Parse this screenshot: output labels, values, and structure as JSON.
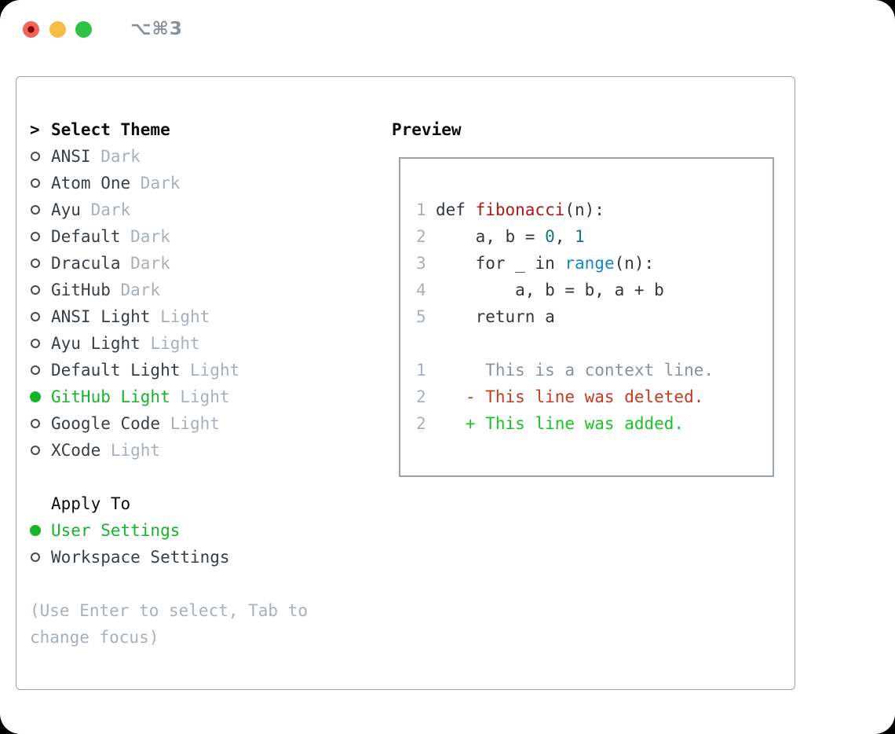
{
  "titlebar": {
    "title": "⌥⌘3"
  },
  "colors": {
    "close": "#f1645a",
    "dot-close": "#7c0b02",
    "min": "#f4bd45",
    "zoom": "#2fc245",
    "titlefg": "#8b9198",
    "border": "#9ba4ae",
    "ink": "#0c0d0f",
    "name": "#383e47",
    "muted": "#a7b0bb",
    "ring": "#454b54",
    "green-select": "#16b42b",
    "green-added": "#16c523",
    "deleted": "#c63a20",
    "context": "#8b929b",
    "code": "#32373e",
    "func-def": "#b01712",
    "func-call": "#1489c4",
    "number": "#117a80"
  },
  "theme_list": {
    "header_marker": ">",
    "header": "Select Theme",
    "items": [
      {
        "name": "ANSI",
        "variant": "Dark",
        "selected": false
      },
      {
        "name": "Atom One",
        "variant": "Dark",
        "selected": false
      },
      {
        "name": "Ayu",
        "variant": "Dark",
        "selected": false
      },
      {
        "name": "Default",
        "variant": "Dark",
        "selected": false
      },
      {
        "name": "Dracula",
        "variant": "Dark",
        "selected": false
      },
      {
        "name": "GitHub",
        "variant": "Dark",
        "selected": false
      },
      {
        "name": "ANSI Light",
        "variant": "Light",
        "selected": false
      },
      {
        "name": "Ayu Light",
        "variant": "Light",
        "selected": false
      },
      {
        "name": "Default Light",
        "variant": "Light",
        "selected": false
      },
      {
        "name": "GitHub Light",
        "variant": "Light",
        "selected": true
      },
      {
        "name": "Google Code",
        "variant": "Light",
        "selected": false
      },
      {
        "name": "XCode",
        "variant": "Light",
        "selected": false
      }
    ]
  },
  "apply_to": {
    "header": "Apply To",
    "options": [
      {
        "name": "User Settings",
        "selected": true
      },
      {
        "name": "Workspace Settings",
        "selected": false
      }
    ]
  },
  "hint": "(Use Enter to select, Tab to change focus)",
  "preview": {
    "title": "Preview",
    "code_lines": [
      {
        "num": "1",
        "tokens": [
          {
            "t": "def ",
            "c": "code"
          },
          {
            "t": "fibonacci",
            "c": "func_def"
          },
          {
            "t": "(n):",
            "c": "code"
          }
        ]
      },
      {
        "num": "2",
        "tokens": [
          {
            "t": "    a, b = ",
            "c": "code"
          },
          {
            "t": "0",
            "c": "number"
          },
          {
            "t": ", ",
            "c": "code"
          },
          {
            "t": "1",
            "c": "number"
          }
        ]
      },
      {
        "num": "3",
        "tokens": [
          {
            "t": "    for _ in ",
            "c": "code"
          },
          {
            "t": "range",
            "c": "func_call"
          },
          {
            "t": "(n):",
            "c": "code"
          }
        ]
      },
      {
        "num": "4",
        "tokens": [
          {
            "t": "        a, b = b, a + b",
            "c": "code"
          }
        ]
      },
      {
        "num": "5",
        "tokens": [
          {
            "t": "    return a",
            "c": "code"
          }
        ]
      },
      {
        "num": "",
        "tokens": []
      },
      {
        "num": "1",
        "tokens": [
          {
            "t": "     This is a context line.",
            "c": "context"
          }
        ]
      },
      {
        "num": "2",
        "tokens": [
          {
            "t": "   - This line was deleted.",
            "c": "deleted"
          }
        ]
      },
      {
        "num": "2",
        "tokens": [
          {
            "t": "   + This line was added.",
            "c": "added"
          }
        ]
      }
    ]
  }
}
